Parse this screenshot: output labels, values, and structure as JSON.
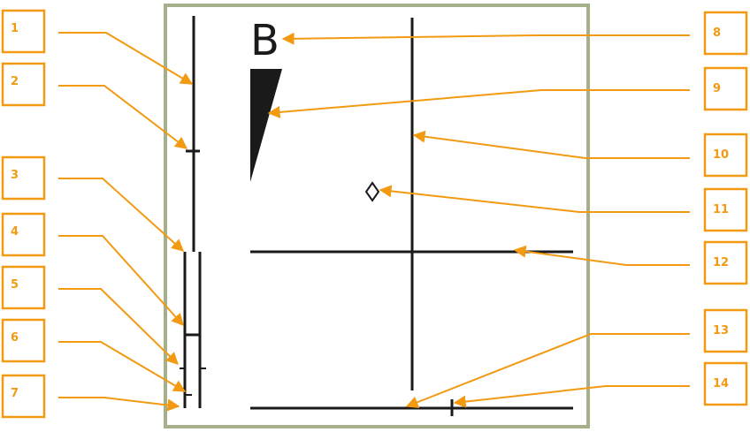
{
  "display": {
    "mode_letter": "B",
    "frame_color": "#a3b08a",
    "ink_color": "#1a1a1a",
    "callout_color": "#f29a12"
  },
  "callouts": [
    {
      "number": "1"
    },
    {
      "number": "2"
    },
    {
      "number": "3"
    },
    {
      "number": "4"
    },
    {
      "number": "5"
    },
    {
      "number": "6"
    },
    {
      "number": "7"
    },
    {
      "number": "8"
    },
    {
      "number": "9"
    },
    {
      "number": "10"
    },
    {
      "number": "11"
    },
    {
      "number": "12"
    },
    {
      "number": "13"
    },
    {
      "number": "14"
    }
  ]
}
